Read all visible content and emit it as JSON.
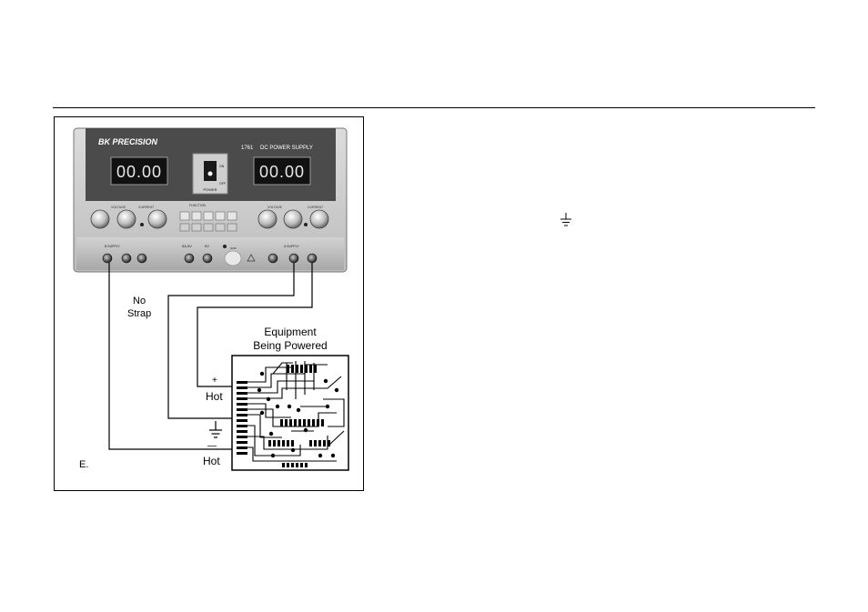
{
  "psu": {
    "brand": "BK PRECISION",
    "model": "1761",
    "title": "DC POWER SUPPLY",
    "left_display": "00.00",
    "right_display": "00.00",
    "power_label": "POWER",
    "on_label": "ON",
    "off_label": "OFF",
    "voltage_label": "VOLTAGE",
    "current_label": "CURRENT",
    "function_label": "FUNCTION",
    "b_supply_label": "B SUPPLY",
    "fixed_label": "5A,5V",
    "fixed_v": "5V",
    "a_supply_label": "A SUPPLY",
    "gnd_label": "GND"
  },
  "diagram": {
    "no_strap_line1": "No",
    "no_strap_line2": "Strap",
    "equipment_line1": "Equipment",
    "equipment_line2": "Being Powered",
    "plus_sign": "+",
    "minus_sign": "—",
    "hot_top": "Hot",
    "hot_bottom": "Hot",
    "figure_label": "E."
  }
}
